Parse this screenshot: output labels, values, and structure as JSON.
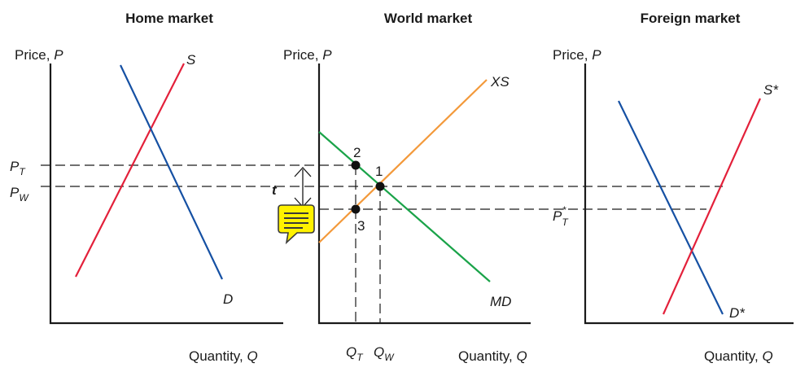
{
  "titles": {
    "home": "Home market",
    "world": "World market",
    "foreign": "Foreign market"
  },
  "axis_labels": {
    "price_text": "Price,",
    "price_symbol": "P",
    "quantity_text": "Quantity,",
    "quantity_symbol": "Q"
  },
  "curve_labels": {
    "home_supply": "S",
    "home_demand": "D",
    "export_supply": "XS",
    "import_demand": "MD",
    "foreign_supply": "S*",
    "foreign_demand": "D*"
  },
  "price_labels": {
    "pt_main": "P",
    "pt_sub": "T",
    "pw_main": "P",
    "pw_sub": "W",
    "pt_star_main": "P",
    "pt_star_sub": "T",
    "pt_star_sup": "*"
  },
  "quantity_labels": {
    "qt_main": "Q",
    "qt_sub": "T",
    "qw_main": "Q",
    "qw_sub": "W"
  },
  "point_labels": [
    "1",
    "2",
    "3"
  ],
  "tariff_label": "t",
  "icons": {
    "comment": "comment-icon",
    "arrow": "double-arrow-icon"
  },
  "colors": {
    "supply": "#e3203a",
    "demand": "#1550a3",
    "export_supply": "#f3993a",
    "import_demand": "#1aa349",
    "comment_fill": "#fff200",
    "comment_stroke": "#3a3a3a"
  }
}
